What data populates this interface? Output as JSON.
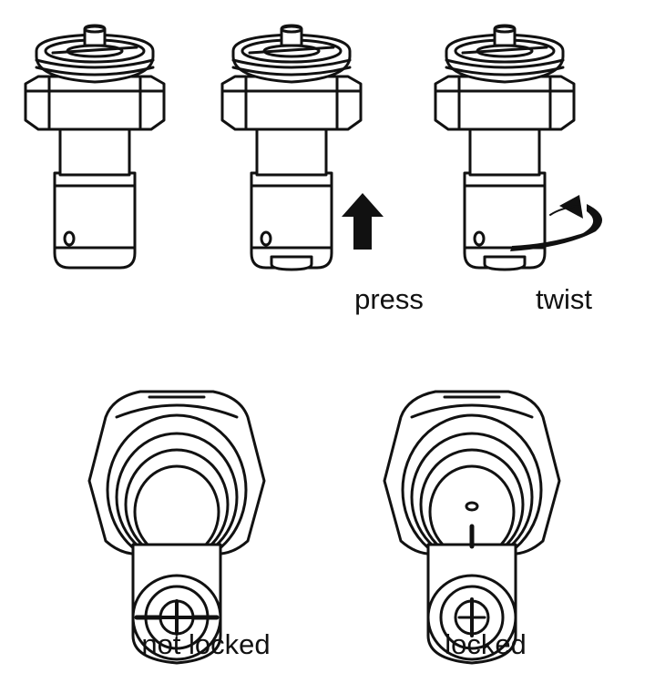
{
  "labels": {
    "press": "press",
    "twist": "twist",
    "not_locked": "not locked",
    "locked": "locked"
  },
  "colors": {
    "line": "#111111",
    "background": "#ffffff"
  },
  "icons": [
    "press-arrow-icon",
    "twist-arrow-icon"
  ]
}
